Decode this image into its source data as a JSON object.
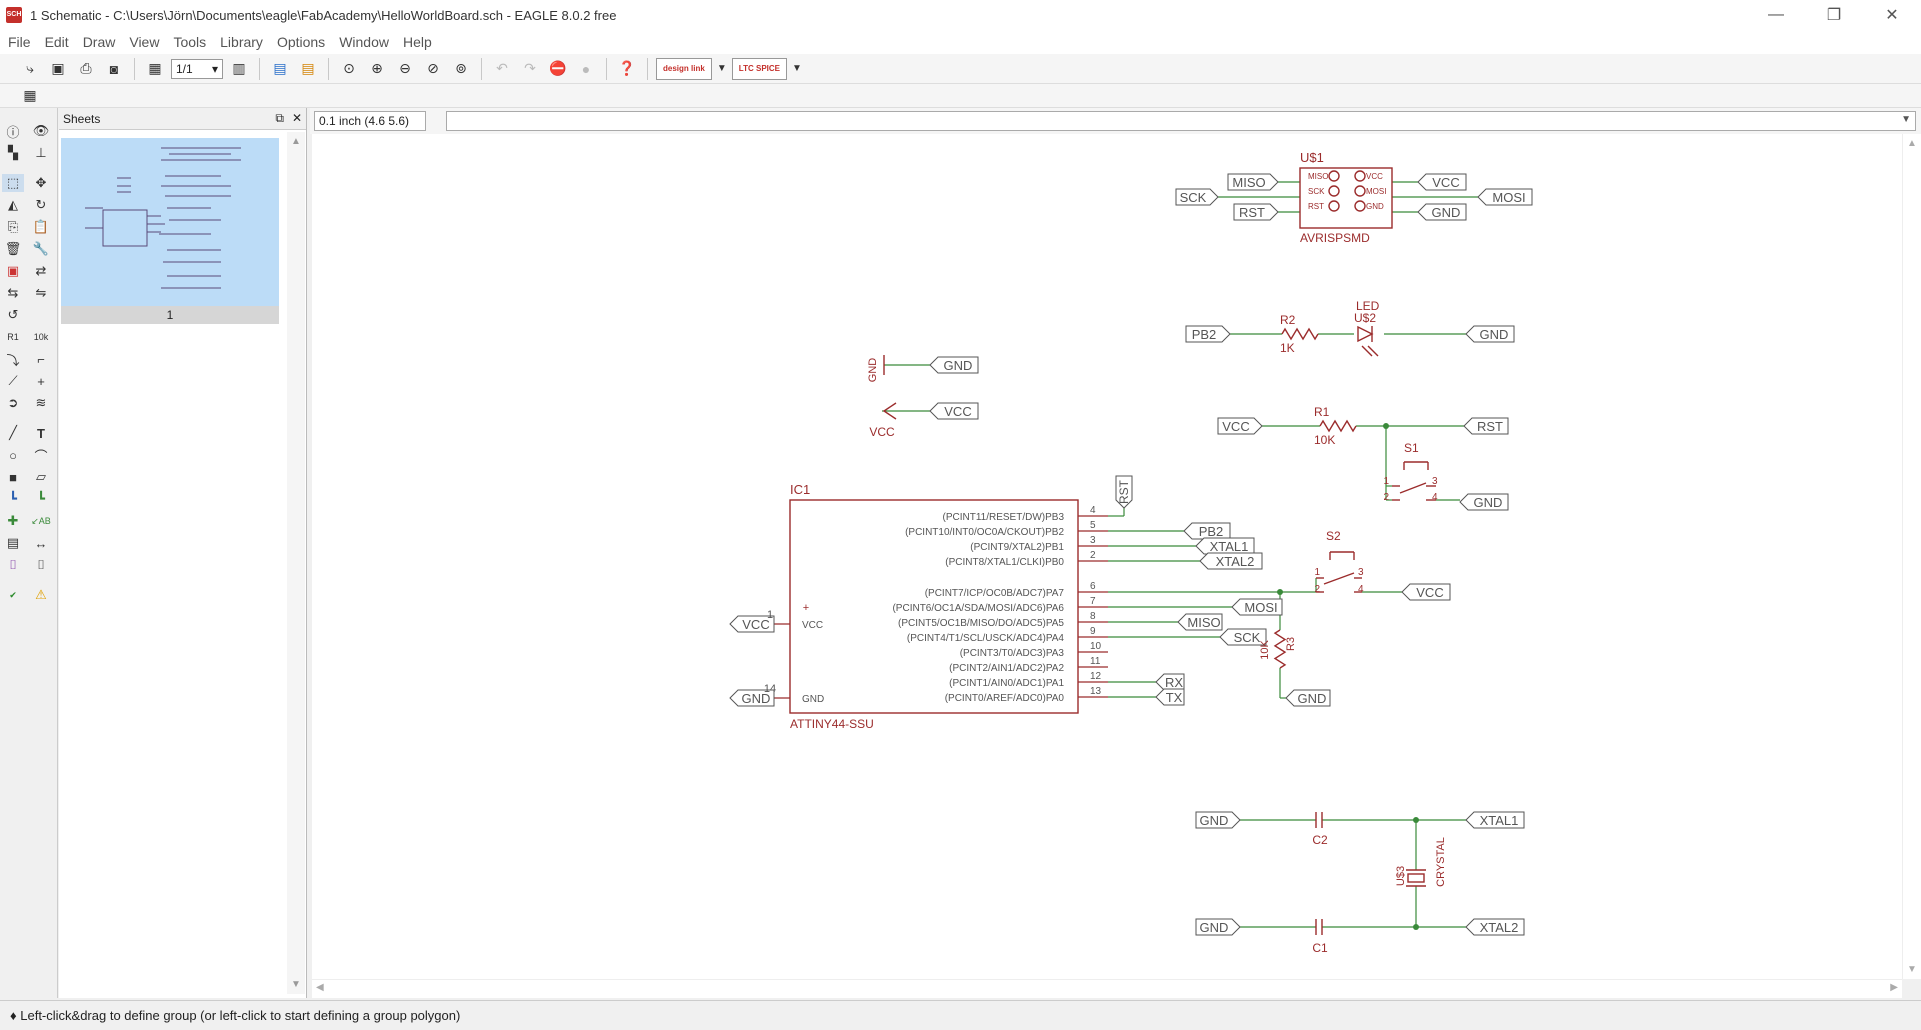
{
  "window": {
    "title": "1 Schematic - C:\\Users\\Jörn\\Documents\\eagle\\FabAcademy\\HelloWorldBoard.sch - EAGLE 8.0.2 free",
    "app_icon": "SCH",
    "minimize": "—",
    "maximize": "❐",
    "close": "✕"
  },
  "menu": [
    "File",
    "Edit",
    "Draw",
    "View",
    "Tools",
    "Library",
    "Options",
    "Window",
    "Help"
  ],
  "toolbar": {
    "sheet_select": "1/1",
    "design_link": "design link",
    "ltspice": "LTC SPICE"
  },
  "sheets_panel": {
    "title": "Sheets",
    "sheet_label": "1"
  },
  "command": {
    "grid": "0.1 inch (4.6 5.6)",
    "input": ""
  },
  "status_text": "♦ Left-click&drag to define group (or left-click to start defining a group polygon)",
  "colors": {
    "wire": "#3a8a3a",
    "symbol": "#9b2c2c",
    "text": "#555555",
    "sheet_thumb": "#bcdcf7"
  },
  "schematic": {
    "connector": {
      "name": "U$1",
      "value": "AVRISPSMD",
      "pins_left": [
        "MISO",
        "SCK",
        "RST"
      ],
      "pins_right": [
        "VCC",
        "MOSI",
        "GND"
      ],
      "labels": [
        "MISO",
        "SCK",
        "RST",
        "VCC",
        "MOSI",
        "GND"
      ]
    },
    "led": {
      "res_name": "R2",
      "res_value": "1K",
      "name": "LED",
      "part": "U$2",
      "left_label": "PB2",
      "right_label": "GND"
    },
    "supplies": {
      "gnd_symbol": "GND",
      "gnd_label": "GND",
      "vcc_symbol": "VCC",
      "vcc_label": "VCC"
    },
    "reset": {
      "res_name": "R1",
      "res_value": "10K",
      "switch": "S1",
      "left_label": "VCC",
      "right_label": "RST",
      "gnd_label": "GND",
      "pins": [
        "1",
        "2",
        "3",
        "4"
      ]
    },
    "ic": {
      "name": "IC1",
      "value": "ATTINY44-SSU",
      "rst_label": "RST",
      "left_pins": [
        {
          "num": "1",
          "name": "VCC",
          "label": "VCC"
        },
        {
          "num": "14",
          "name": "GND",
          "label": "GND"
        }
      ],
      "plus": "+",
      "right_pins": [
        {
          "num": "4",
          "name": "(PCINT11/RESET/DW)PB3",
          "label": ""
        },
        {
          "num": "5",
          "name": "(PCINT10/INT0/OC0A/CKOUT)PB2",
          "label": "PB2"
        },
        {
          "num": "3",
          "name": "(PCINT9/XTAL2)PB1",
          "label": "XTAL1"
        },
        {
          "num": "2",
          "name": "(PCINT8/XTAL1/CLKI)PB0",
          "label": "XTAL2"
        },
        {
          "num": "6",
          "name": "(PCINT7/ICP/OC0B/ADC7)PA7",
          "label": ""
        },
        {
          "num": "7",
          "name": "(PCINT6/OC1A/SDA/MOSI/ADC6)PA6",
          "label": "MOSI"
        },
        {
          "num": "8",
          "name": "(PCINT5/OC1B/MISO/DO/ADC5)PA5",
          "label": "MISO"
        },
        {
          "num": "9",
          "name": "(PCINT4/T1/SCL/USCK/ADC4)PA4",
          "label": "SCK"
        },
        {
          "num": "10",
          "name": "(PCINT3/T0/ADC3)PA3",
          "label": ""
        },
        {
          "num": "11",
          "name": "(PCINT2/AIN1/ADC2)PA2",
          "label": ""
        },
        {
          "num": "12",
          "name": "(PCINT1/AIN0/ADC1)PA1",
          "label": "RX"
        },
        {
          "num": "13",
          "name": "(PCINT0/AREF/ADC0)PA0",
          "label": "TX"
        }
      ]
    },
    "button2": {
      "switch": "S2",
      "res_name": "R3",
      "res_value": "10K",
      "vcc_label": "VCC",
      "gnd_label": "GND",
      "pins": [
        "1",
        "2",
        "3",
        "4"
      ]
    },
    "crystal": {
      "c2": "C2",
      "c1": "C1",
      "part": "U$3",
      "value": "CRYSTAL",
      "gnd_top": "GND",
      "gnd_bottom": "GND",
      "xtal1": "XTAL1",
      "xtal2": "XTAL2"
    }
  }
}
